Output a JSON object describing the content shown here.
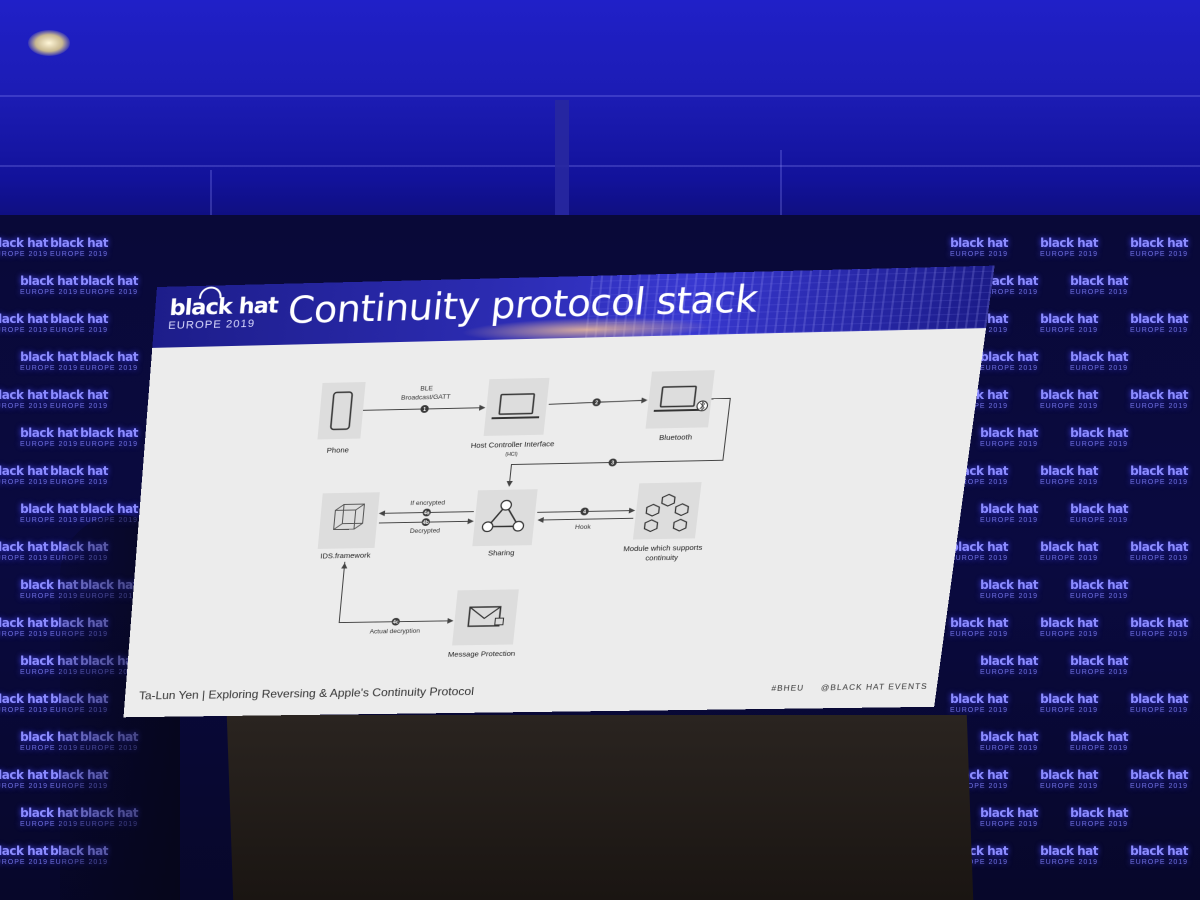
{
  "slide": {
    "brand": "black hat",
    "brand_sub": "EUROPE 2019",
    "title": "Continuity protocol stack",
    "footer_credit": "Ta-Lun Yen | Exploring Reversing & Apple's Continuity Protocol",
    "footer_hashtag": "#BHEU",
    "footer_handle": "@BLACK HAT EVENTS"
  },
  "diagram": {
    "nodes": {
      "phone": "Phone",
      "hci": "Host Controller Interface",
      "hci_sub": "(HCI)",
      "bluetooth": "Bluetooth",
      "ids": "IDS.framework",
      "sharing": "Sharing",
      "module_l1": "Module which supports",
      "module_l2": "continuity",
      "msgprot": "Message Protection"
    },
    "edges": {
      "ble_l1": "BLE",
      "ble_l2": "Broadcast/GATT",
      "if_encrypted": "If encrypted",
      "decrypted": "Decrypted",
      "hook": "Hook",
      "actual_decryption": "Actual decryption"
    },
    "steps": {
      "s1": "1",
      "s2": "2",
      "s3": "3",
      "s4": "4",
      "s4a": "4a",
      "s4b": "4b",
      "s4c": "4c"
    }
  },
  "backdrop": {
    "logo_word": "black hat",
    "logo_sub": "EUROPE 2019"
  },
  "colors": {
    "stage_blue": "#1a1ab4",
    "slide_bg": "#ececec",
    "header_blue": "#2b2bb0",
    "step_badge": "#3a3a3a"
  }
}
